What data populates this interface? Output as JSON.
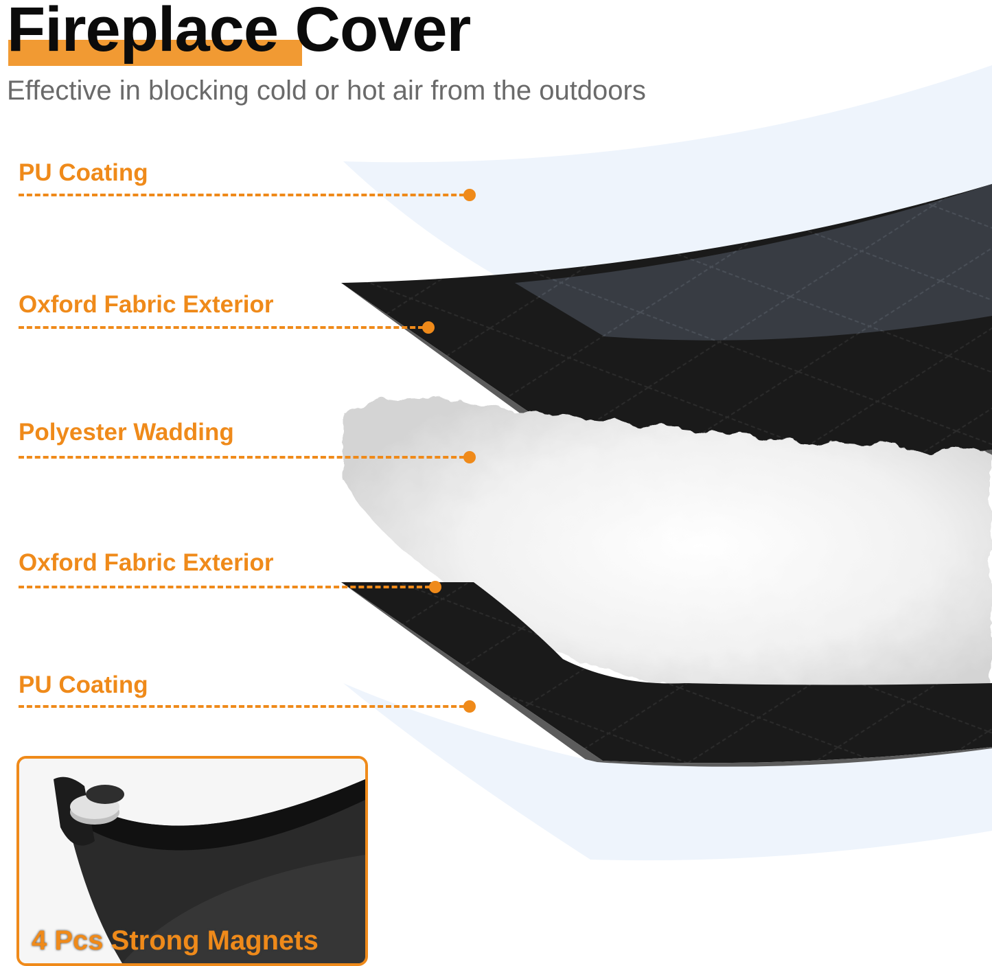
{
  "header": {
    "title": "Fireplace Cover",
    "subtitle": "Effective in blocking cold or hot air from the outdoors"
  },
  "layers": [
    {
      "label": "PU Coating"
    },
    {
      "label": "Oxford Fabric Exterior"
    },
    {
      "label": "Polyester Wadding"
    },
    {
      "label": "Oxford Fabric Exterior"
    },
    {
      "label": "PU Coating"
    }
  ],
  "inset": {
    "caption": "4 Pcs Strong Magnets",
    "icon": "magnet-clip-image"
  },
  "colors": {
    "accent": "#ef8a1a",
    "title_highlight": "#f19a33",
    "fabric": "#1b1b1b",
    "coating": "#e8f0fb"
  }
}
